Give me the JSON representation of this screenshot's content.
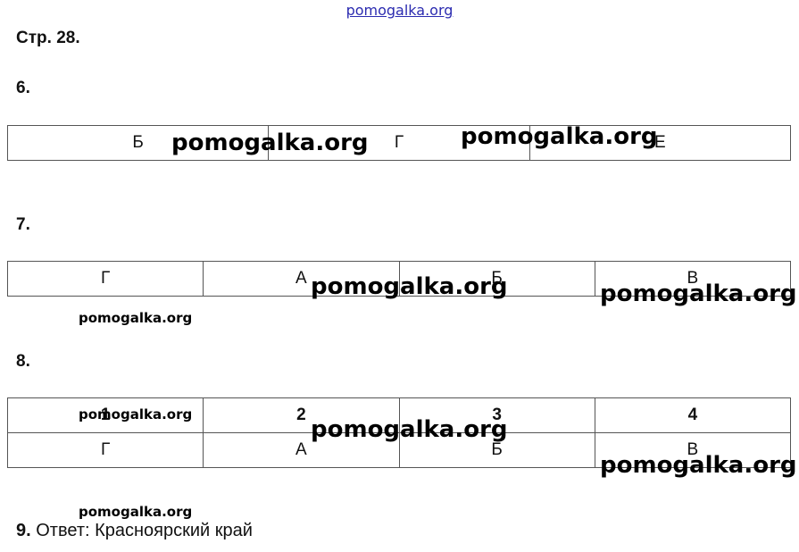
{
  "site_link": "pomogalka.org",
  "page_label": "Стр. 28.",
  "q6": {
    "number": "6.",
    "answers": [
      "Б",
      "Г",
      "Е"
    ]
  },
  "q7": {
    "number": "7.",
    "answers": [
      "Г",
      "А",
      "Б",
      "В"
    ]
  },
  "q8": {
    "number": "8.",
    "headers": [
      "1",
      "2",
      "3",
      "4"
    ],
    "answers": [
      "Г",
      "А",
      "Б",
      "В"
    ]
  },
  "q9": {
    "number": "9.",
    "answer_text": "Ответ: Красноярский край"
  },
  "watermark": "pomogalka.org"
}
